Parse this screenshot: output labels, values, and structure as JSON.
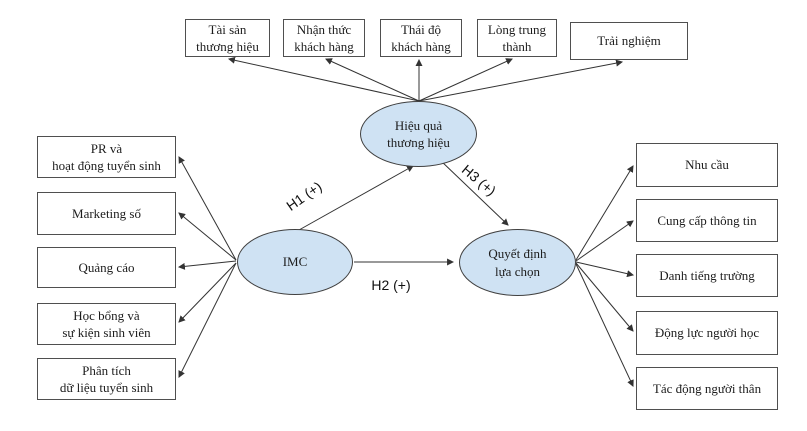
{
  "diagram": {
    "type": "conceptual-model",
    "top_nodes": [
      {
        "label": "Tài sản\nthương hiệu"
      },
      {
        "label": "Nhận thức\nkhách hàng"
      },
      {
        "label": "Thái độ\nkhách hàng"
      },
      {
        "label": "Lòng trung\nthành"
      },
      {
        "label": "Trải nghiệm"
      }
    ],
    "left_nodes": [
      {
        "label": "PR và\nhoạt động tuyển sinh"
      },
      {
        "label": "Marketing số"
      },
      {
        "label": "Quảng cáo"
      },
      {
        "label": "Học bổng và\nsự kiện sinh viên"
      },
      {
        "label": "Phân tích\ndữ liệu tuyển sinh"
      }
    ],
    "right_nodes": [
      {
        "label": "Nhu cầu"
      },
      {
        "label": "Cung cấp thông tin"
      },
      {
        "label": "Danh tiếng trường"
      },
      {
        "label": "Động lực người học"
      },
      {
        "label": "Tác động người thân"
      }
    ],
    "latent_nodes": {
      "brand_effect": {
        "label": "Hiệu quả\nthương hiệu"
      },
      "imc": {
        "label": "IMC"
      },
      "decision": {
        "label": "Quyết định\nlựa chọn"
      }
    },
    "edge_labels": {
      "h1": "H1 (+)",
      "h2": "H2 (+)",
      "h3": "H3 (+)"
    },
    "colors": {
      "latent_fill": "#cfe2f3",
      "latent_border": "#404040",
      "box_border": "#4f4f4f",
      "arrow": "#333333",
      "background": "#ffffff"
    }
  }
}
